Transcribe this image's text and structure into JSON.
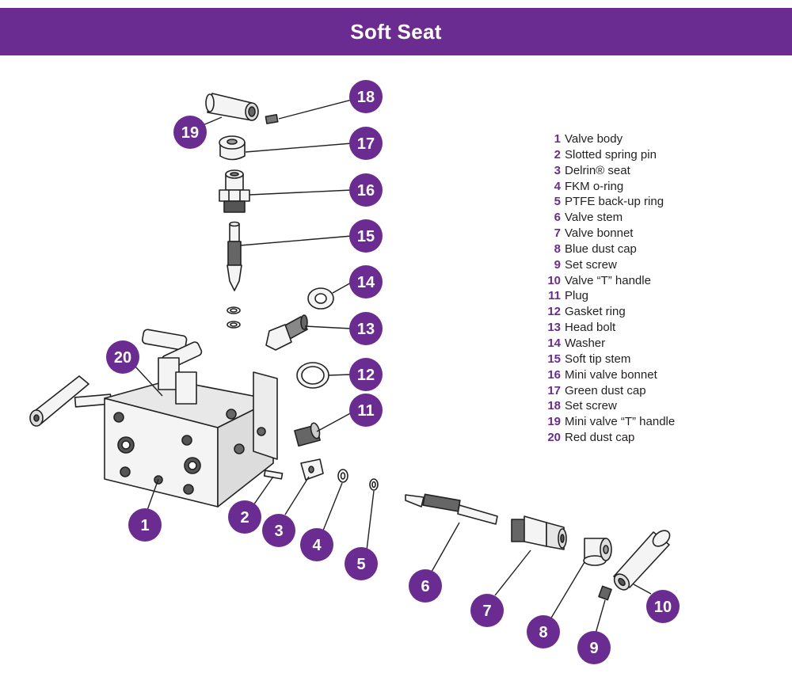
{
  "header": {
    "title": "Soft Seat"
  },
  "colors": {
    "banner": "#6a2c91",
    "callout": "#6a2c91",
    "number_text": "#6a2c91",
    "line": "#222222"
  },
  "parts": [
    {
      "number": "1",
      "name": "Valve body"
    },
    {
      "number": "2",
      "name": "Slotted spring pin"
    },
    {
      "number": "3",
      "name": "Delrin® seat"
    },
    {
      "number": "4",
      "name": "FKM o-ring"
    },
    {
      "number": "5",
      "name": "PTFE back-up ring"
    },
    {
      "number": "6",
      "name": "Valve stem"
    },
    {
      "number": "7",
      "name": "Valve bonnet"
    },
    {
      "number": "8",
      "name": "Blue dust cap"
    },
    {
      "number": "9",
      "name": "Set screw"
    },
    {
      "number": "10",
      "name": "Valve “T” handle"
    },
    {
      "number": "11",
      "name": "Plug"
    },
    {
      "number": "12",
      "name": "Gasket ring"
    },
    {
      "number": "13",
      "name": "Head bolt"
    },
    {
      "number": "14",
      "name": "Washer"
    },
    {
      "number": "15",
      "name": "Soft tip stem"
    },
    {
      "number": "16",
      "name": "Mini valve bonnet"
    },
    {
      "number": "17",
      "name": "Green dust cap"
    },
    {
      "number": "18",
      "name": "Set screw"
    },
    {
      "number": "19",
      "name": "Mini valve “T” handle"
    },
    {
      "number": "20",
      "name": "Red dust cap"
    }
  ]
}
